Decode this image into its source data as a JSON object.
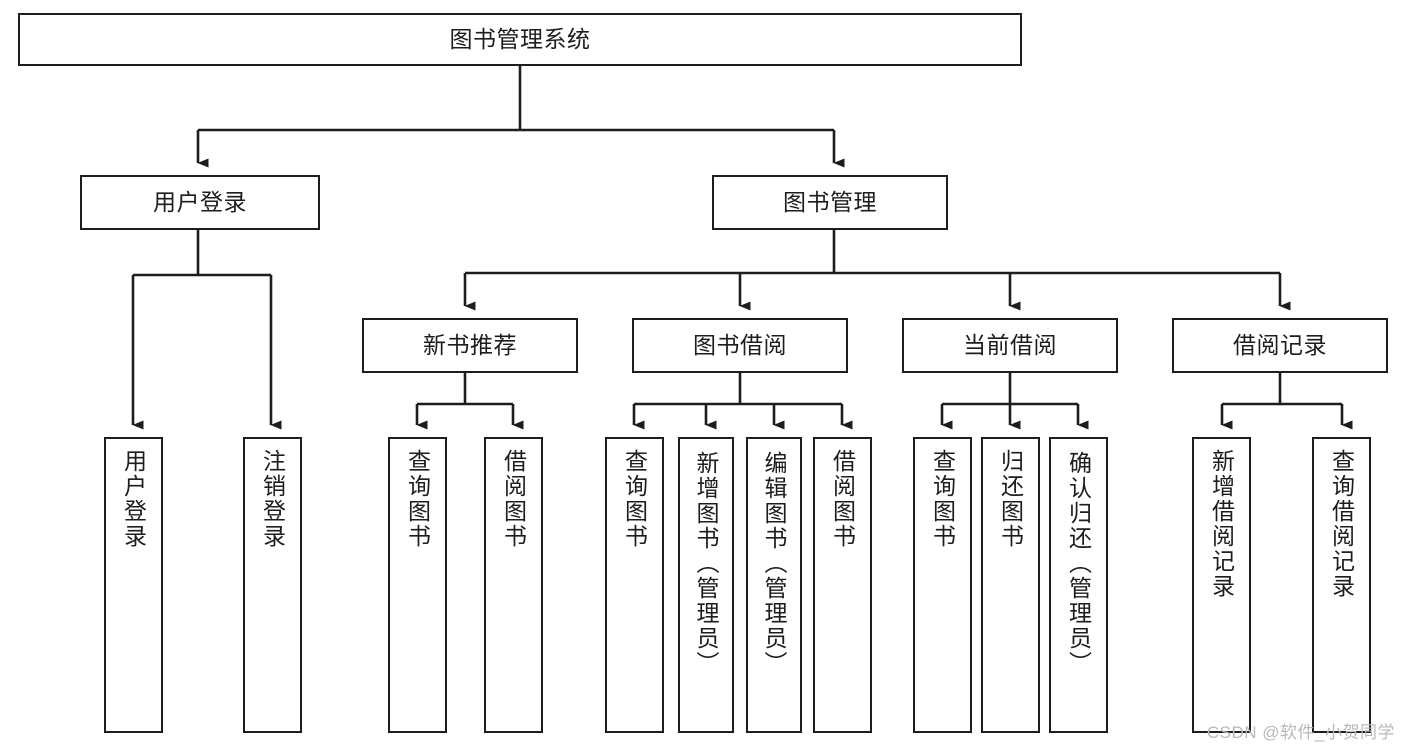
{
  "diagram": {
    "type": "tree-hierarchy-chart",
    "title": "图书管理系统",
    "watermark": "CSDN @软件_小贺同学",
    "line_color": "#1d1d1d",
    "box_fill": "#ffffff",
    "watermark_color": "#b9b9b9"
  },
  "nodes": {
    "root": {
      "label": "图书管理系统"
    },
    "level2": [
      {
        "label": "用户登录"
      },
      {
        "label": "图书管理"
      }
    ],
    "level3": [
      {
        "label": "新书推荐"
      },
      {
        "label": "图书借阅"
      },
      {
        "label": "当前借阅"
      },
      {
        "label": "借阅记录"
      }
    ],
    "leaves": [
      {
        "label": "用户登录",
        "parent": "用户登录"
      },
      {
        "label": "注销登录",
        "parent": "用户登录"
      },
      {
        "label": "查询图书",
        "parent": "新书推荐"
      },
      {
        "label": "借阅图书",
        "parent": "新书推荐"
      },
      {
        "label": "查询图书",
        "parent": "图书借阅"
      },
      {
        "label": "新增图书（管理员）",
        "parent": "图书借阅"
      },
      {
        "label": "编辑图书（管理员）",
        "parent": "图书借阅"
      },
      {
        "label": "借阅图书",
        "parent": "图书借阅"
      },
      {
        "label": "查询图书",
        "parent": "当前借阅"
      },
      {
        "label": "归还图书",
        "parent": "当前借阅"
      },
      {
        "label": "确认归还（管理员）",
        "parent": "当前借阅"
      },
      {
        "label": "新增借阅记录",
        "parent": "借阅记录"
      },
      {
        "label": "查询借阅记录",
        "parent": "借阅记录"
      }
    ]
  }
}
